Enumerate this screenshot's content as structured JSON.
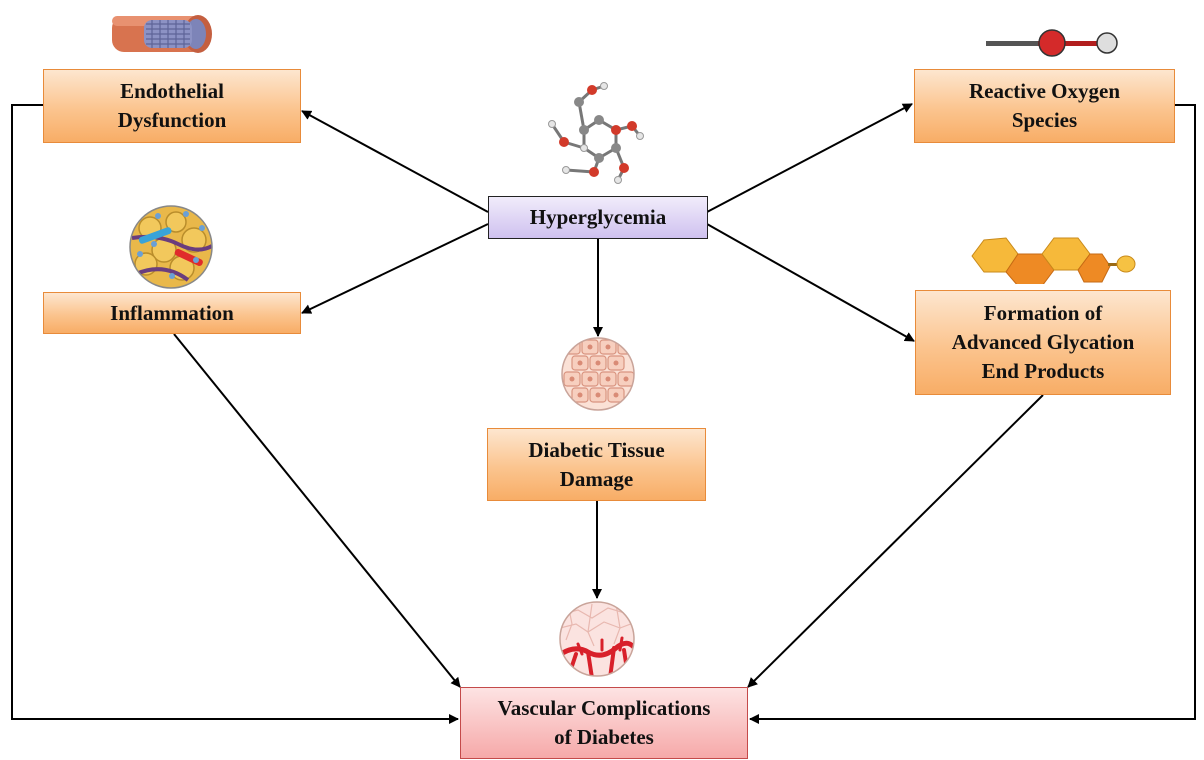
{
  "nodes": {
    "hyperglycemia": "Hyperglycemia",
    "endothelial": "Endothelial\nDysfunction",
    "inflammation": "Inflammation",
    "ros": "Reactive Oxygen\nSpecies",
    "age": "Formation of\nAdvanced Glycation\nEnd Products",
    "tissue": "Diabetic Tissue\nDamage",
    "vascular": "Vascular Complications\nof Diabetes"
  },
  "icons": {
    "vessel": "blood-vessel-icon",
    "glucose": "glucose-molecule-icon",
    "ros": "oxygen-molecule-icon",
    "inflammation": "inflamed-tissue-icon",
    "age": "glycation-product-icon",
    "tissue_cells": "tissue-cells-icon",
    "vasculature": "vasculature-icon"
  },
  "colors": {
    "orange_box": "#fbc48e",
    "orange_border": "#e88b3a",
    "purple_box": "#cfc1ef",
    "pink_box": "#f6a9a9",
    "arrow": "#000000"
  }
}
